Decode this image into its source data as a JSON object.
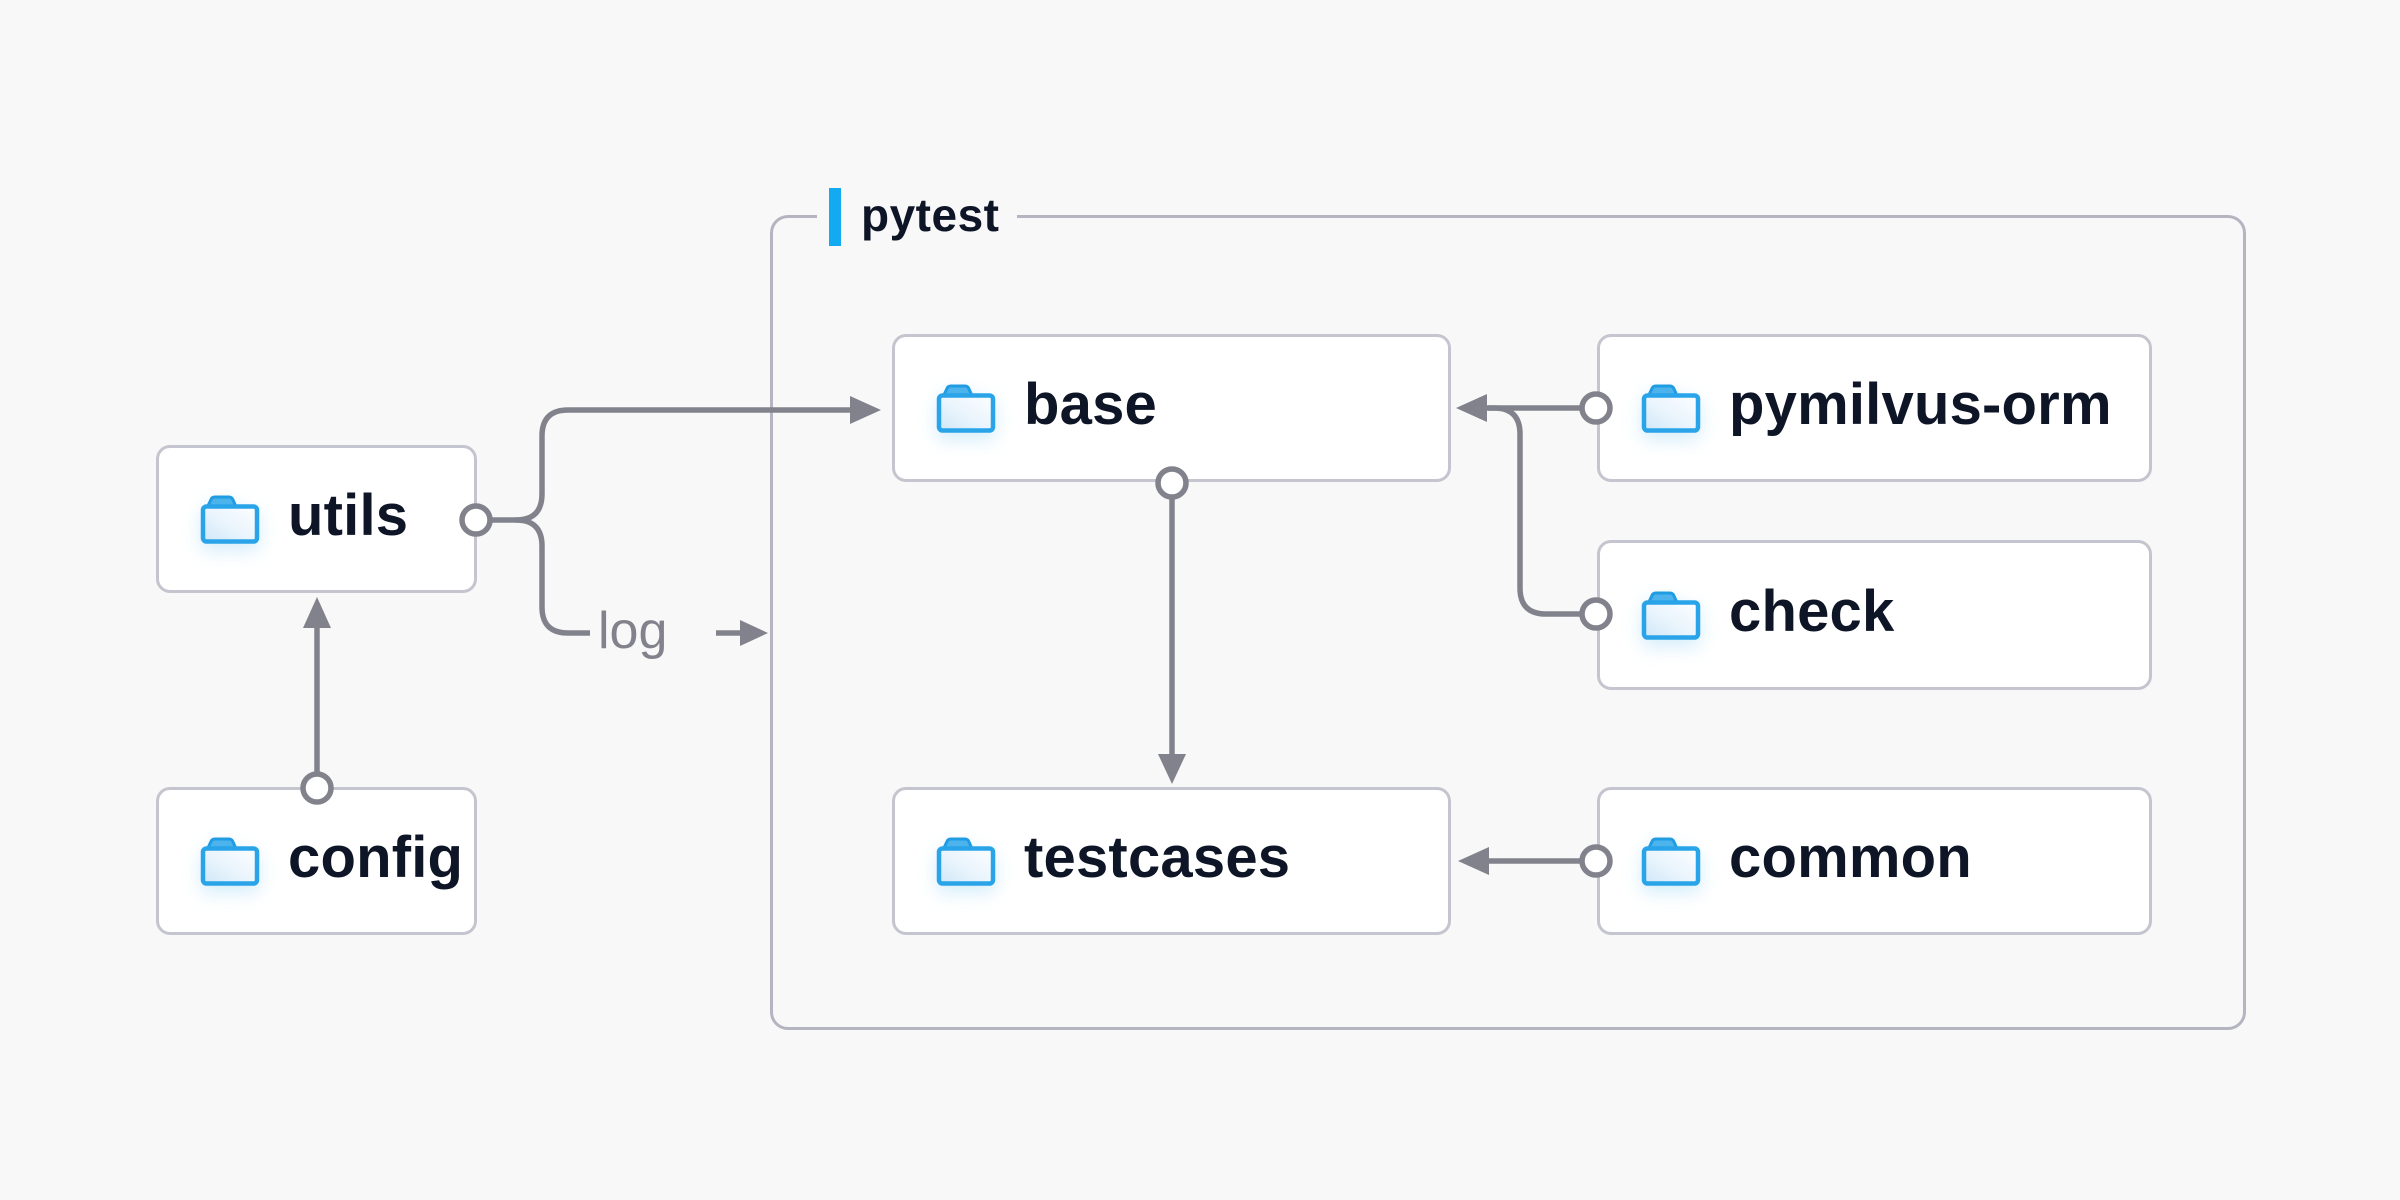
{
  "diagram_title": "pytest",
  "container": {
    "label": "pytest",
    "accent_color": "#14aaf2",
    "border_color": "#b5b5c1"
  },
  "nodes": {
    "utils": {
      "label": "utils",
      "icon": "folder-icon",
      "inside_pytest": false
    },
    "config": {
      "label": "config",
      "icon": "folder-icon",
      "inside_pytest": false
    },
    "base": {
      "label": "base",
      "icon": "folder-icon",
      "inside_pytest": true
    },
    "pymilvus": {
      "label": "pymilvus-orm",
      "icon": "folder-icon",
      "inside_pytest": true
    },
    "check": {
      "label": "check",
      "icon": "folder-icon",
      "inside_pytest": true
    },
    "testcases": {
      "label": "testcases",
      "icon": "folder-icon",
      "inside_pytest": true
    },
    "common": {
      "label": "common",
      "icon": "folder-icon",
      "inside_pytest": true
    }
  },
  "edges": [
    {
      "from": "config",
      "to": "utils",
      "label": ""
    },
    {
      "from": "utils",
      "to": "base",
      "label": ""
    },
    {
      "from": "utils",
      "to": "pytest-container",
      "label": "log"
    },
    {
      "from": "pymilvus-orm",
      "to": "base",
      "label": ""
    },
    {
      "from": "check",
      "to": "base",
      "label": ""
    },
    {
      "from": "base",
      "to": "testcases",
      "label": ""
    },
    {
      "from": "common",
      "to": "testcases",
      "label": ""
    }
  ],
  "colors": {
    "background": "#f8f8f9",
    "node_background": "#ffffff",
    "node_border": "#c5c5cf",
    "container_border": "#b5b5c1",
    "connector_gray": "#82828c",
    "label_navy": "#0d1526",
    "folder_blue": "#2aa4e9",
    "accent_blue": "#14aaf2"
  }
}
